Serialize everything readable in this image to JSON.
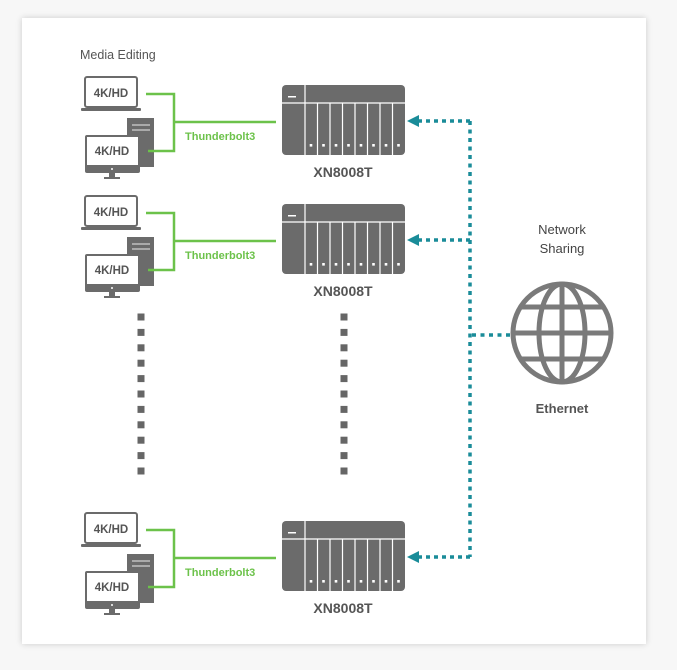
{
  "title": "Media Editing",
  "colors": {
    "thunderbolt": "#6cc24a",
    "ethernet": "#1a8c99",
    "device": "#6b6b6b",
    "text": "#555555"
  },
  "groups": [
    {
      "laptop_label": "4K/HD",
      "desktop_label": "4K/HD",
      "link_label": "Thunderbolt3",
      "nas_label": "XN8008T"
    },
    {
      "laptop_label": "4K/HD",
      "desktop_label": "4K/HD",
      "link_label": "Thunderbolt3",
      "nas_label": "XN8008T"
    },
    {
      "laptop_label": "4K/HD",
      "desktop_label": "4K/HD",
      "link_label": "Thunderbolt3",
      "nas_label": "XN8008T"
    }
  ],
  "network": {
    "title_line1": "Network",
    "title_line2": "Sharing",
    "label": "Ethernet",
    "icon": "globe-icon"
  },
  "ellipsis": {
    "icon": "vertical-dots-icon"
  }
}
